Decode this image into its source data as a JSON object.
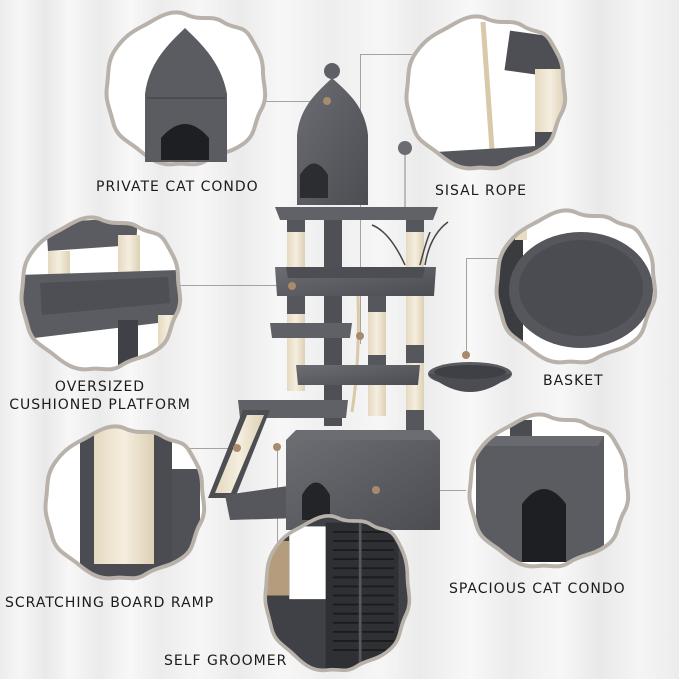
{
  "product": {
    "type": "cat tree infographic",
    "colors": {
      "plush": "#5b5d63",
      "plush_dark": "#3f4146",
      "sisal": "#efe4cf",
      "frame": "#b9b2aa",
      "connector_line": "#a8a29c",
      "connector_dot": "#a88a6c",
      "text": "#1b1b1b"
    }
  },
  "callouts": [
    {
      "id": "private-cat-condo",
      "label": "PRIVATE CAT CONDO"
    },
    {
      "id": "sisal-rope",
      "label": "SISAL ROPE"
    },
    {
      "id": "oversized-platform",
      "label_line1": "OVERSIZED",
      "label_line2": "CUSHIONED PLATFORM"
    },
    {
      "id": "basket",
      "label": "BASKET"
    },
    {
      "id": "scratching-board-ramp",
      "label": "SCRATCHING BOARD RAMP"
    },
    {
      "id": "spacious-cat-condo",
      "label": "SPACIOUS CAT CONDO"
    },
    {
      "id": "self-groomer",
      "label": "SELF GROOMER"
    }
  ]
}
